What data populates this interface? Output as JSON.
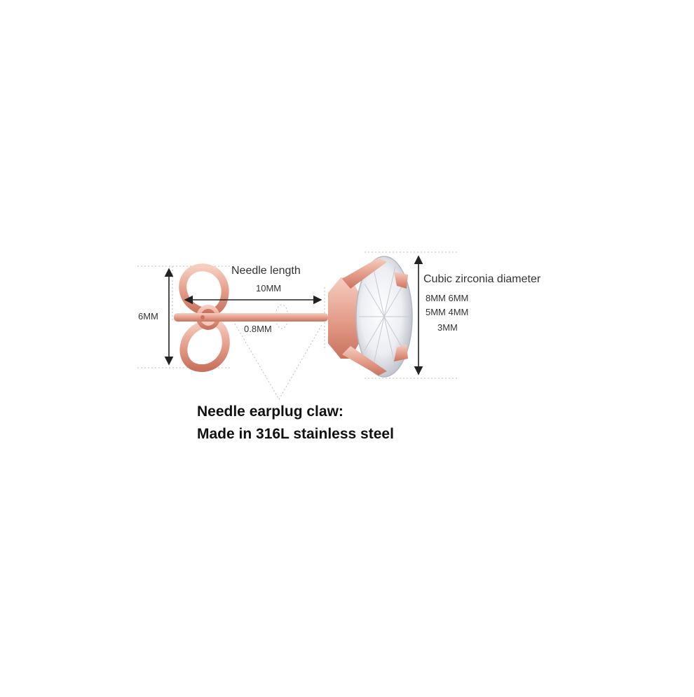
{
  "colors": {
    "metal": "#e59f8c",
    "metal_dark": "#c9735f",
    "metal_light": "#f6cdbf",
    "guide": "#bdbdbd",
    "arrow": "#222222",
    "text": "#333333"
  },
  "labels": {
    "needle_length": "Needle length",
    "needle_length_value": "10MM",
    "height_value": "6MM",
    "needle_thickness": "0.8MM",
    "stone_title": "Cubic zirconia diameter",
    "stone_sizes_1": "8MM  6MM",
    "stone_sizes_2": "5MM  4MM",
    "stone_sizes_3": "3MM",
    "material_line1": "Needle earplug claw:",
    "material_line2": "Made in 316L stainless steel"
  }
}
